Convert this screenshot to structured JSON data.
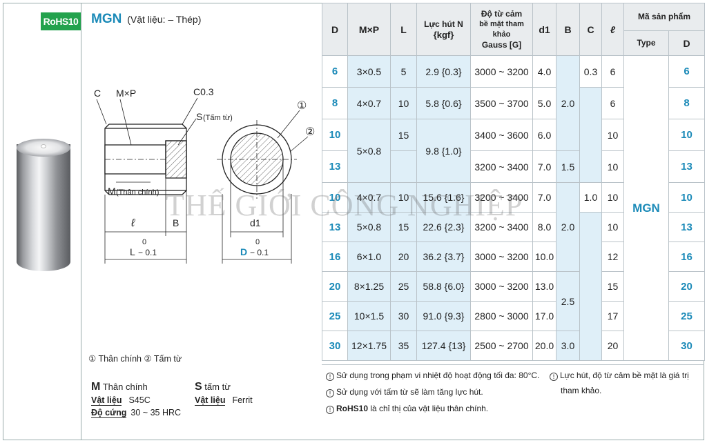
{
  "badge": "RoHS10",
  "title": {
    "code": "MGN",
    "material": "(Vật liệu: – Thép)"
  },
  "drawing": {
    "labels": {
      "c": "C",
      "mxp": "M×P",
      "c03": "C0.3",
      "s_plate": "S",
      "s_plate_note": "(Tấm từ)",
      "m_body": "M",
      "m_body_note": "(Thân chính)",
      "ell": "ℓ",
      "b": "B",
      "l": "L",
      "l_tol_up": "0",
      "l_tol_low": "− 0.1",
      "d1": "d1",
      "d": "D",
      "d_tol_up": "0",
      "d_tol_low": "− 0.1",
      "circ1": "①",
      "circ2": "②"
    }
  },
  "legend": "① Thân chính  ② Tấm từ",
  "spec_m": {
    "head_letter": "M",
    "head_text": "Thân chính",
    "mat_key": "Vật liệu",
    "mat_val": "S45C",
    "hard_key": "Độ cứng",
    "hard_val": "30 ~ 35 HRC"
  },
  "spec_s": {
    "head_letter": "S",
    "head_text": "tấm từ",
    "mat_key": "Vật liệu",
    "mat_val": "Ferrit"
  },
  "table": {
    "headers": {
      "d": "D",
      "mxp": "M×P",
      "l": "L",
      "force": "Lực hút N",
      "force_unit": "{kgf}",
      "flux1": "Độ từ cảm",
      "flux2": "bề mặt tham khảo",
      "flux3": "Gauss [G]",
      "d1": "d1",
      "b": "B",
      "c": "C",
      "ell": "ℓ",
      "code": "Mã sản phẩm",
      "type": "Type",
      "code_d": "D"
    },
    "type_value": "MGN",
    "rows": [
      {
        "d": "6",
        "mxp": "3×0.5",
        "l": "5",
        "force": "2.9 {0.3}",
        "flux": "3000 ~ 3200",
        "d1": "4.0",
        "ell": "6",
        "code_d": "6"
      },
      {
        "d": "8",
        "mxp": "4×0.7",
        "l": "10",
        "force": "5.8 {0.6}",
        "flux": "3500 ~ 3700",
        "d1": "5.0",
        "ell": "6",
        "code_d": "8"
      },
      {
        "d": "10",
        "flux": "3400 ~ 3600",
        "d1": "6.0",
        "ell": "10",
        "code_d": "10"
      },
      {
        "d": "13",
        "flux": "3200 ~ 3400",
        "d1": "7.0",
        "ell": "10",
        "code_d": "13"
      },
      {
        "d": "10",
        "mxp": "4×0.7",
        "l": "10",
        "force": "15.6 {1.6}",
        "flux": "3200 ~ 3400",
        "d1": "7.0",
        "ell": "10",
        "code_d": "10"
      },
      {
        "d": "13",
        "mxp": "5×0.8",
        "l": "15",
        "force": "22.6 {2.3}",
        "flux": "3200 ~ 3400",
        "d1": "8.0",
        "ell": "10",
        "code_d": "13"
      },
      {
        "d": "16",
        "mxp": "6×1.0",
        "l": "20",
        "force": "36.2 {3.7}",
        "flux": "3000 ~ 3200",
        "d1": "10.0",
        "ell": "12",
        "code_d": "16"
      },
      {
        "d": "20",
        "mxp": "8×1.25",
        "l": "25",
        "force": "58.8 {6.0}",
        "flux": "3000 ~ 3200",
        "d1": "13.0",
        "ell": "15",
        "code_d": "20"
      },
      {
        "d": "25",
        "mxp": "10×1.5",
        "l": "30",
        "force": "91.0 {9.3}",
        "flux": "2800 ~ 3000",
        "d1": "17.0",
        "ell": "17",
        "code_d": "25"
      },
      {
        "d": "30",
        "mxp": "12×1.75",
        "l": "35",
        "force": "127.4 {13}",
        "flux": "2500 ~ 2700",
        "d1": "20.0",
        "ell": "20",
        "code_d": "30"
      }
    ],
    "merged": {
      "mxp_10_13": "5×0.8",
      "l_10": "15",
      "force_10_13": "9.8 {1.0}",
      "b_a": "2.0",
      "b_b": "1.5",
      "c_a": "0.3",
      "c_b": "1.0",
      "b_c": "2.0",
      "b_d": "2.5",
      "b_e": "3.0"
    }
  },
  "notes": {
    "n1": "Sử dụng trong phạm vi nhiệt độ hoạt động tối đa: 80°C.",
    "n2": "Sử dụng với tấm từ sẽ làm tăng lực hút.",
    "n3a": "RoHS10",
    "n3b": " là chỉ thị của vật liệu thân chính.",
    "n4a": "Lực hút, độ từ cảm bề mặt là giá trị",
    "n4b": "tham khảo."
  },
  "watermark": "THẾ GIỚI CÔNG NGHIỆP"
}
